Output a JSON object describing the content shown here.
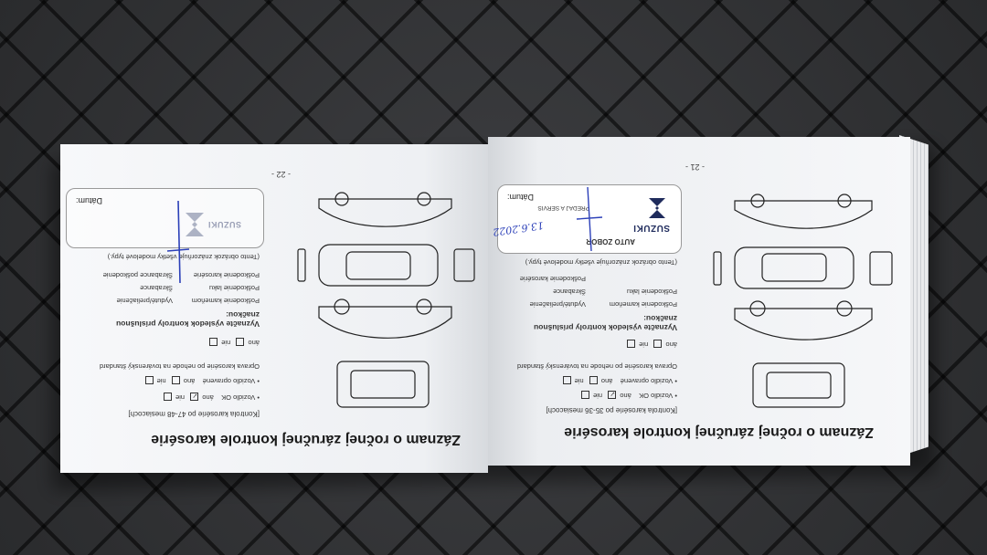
{
  "scene": "open warranty service booklet on quilted seat",
  "left_page": {
    "page_number": "- 22 -",
    "title": "Záznam o ročnej záručnej kontrole karosérie",
    "subtitle": "[Kontrola karosérie po 47-48 mesiacoch]",
    "check_ok": "Vozidlo OK",
    "check_repaired": "Vozidlo opravené",
    "check_repair_method": "Oprava karosérie po nehode na továrenský štandard",
    "yes": "áno",
    "no": "nie",
    "mark_results": "Vyznačte výsledok kontroly príslušnou značkou:",
    "legend_1": "Poškodenie kameňom",
    "legend_2": "Vyduté/preliačenie",
    "legend_3": "Poškodenie laku",
    "legend_4": "Škrabance",
    "legend_5": "Poškodenie karosérie",
    "legend_6": "Škrabance poškodenie",
    "note": "(Tento obrázok znázorňuje všetky modelové typy.)",
    "date_label": "Dátum:",
    "stamp_brand": "SUZUKI"
  },
  "right_page": {
    "page_number": "- 21 -",
    "title": "Záznam o ročnej záručnej kontrole karosérie",
    "subtitle": "[Kontrola karosérie po 35-36 mesiacoch]",
    "check_ok": "Vozidlo OK",
    "check_repaired": "Vozidlo opravené",
    "check_repair_method": "Oprava karosérie po nehode na továrenský štandard",
    "yes": "áno",
    "no": "nie",
    "mark_results": "Vyznačte výsledok kontroly príslušnou značkou:",
    "legend_1": "Poškodenie kameňom",
    "legend_2": "Vyduté/preliačenie",
    "legend_3": "Poškodenie laku",
    "legend_4": "Škrabance",
    "legend_5": "Poškodenie karosérie",
    "note": "(Tento obrázok znázorňuje všetky modelové typy.)",
    "date_label": "Dátum:",
    "stamp_brand": "SUZUKI",
    "stamp_dealer": "AUTO ZOBOR",
    "stamp_service": "PREDAJ A SERVIS",
    "handwritten_date": "13.6.2022"
  },
  "colors": {
    "paper": "#f4f5f7",
    "ink": "#1a1a1a",
    "pen": "#2b3fb8",
    "suzuki_blue": "#1f2b5c",
    "seat": "#2f3032"
  }
}
